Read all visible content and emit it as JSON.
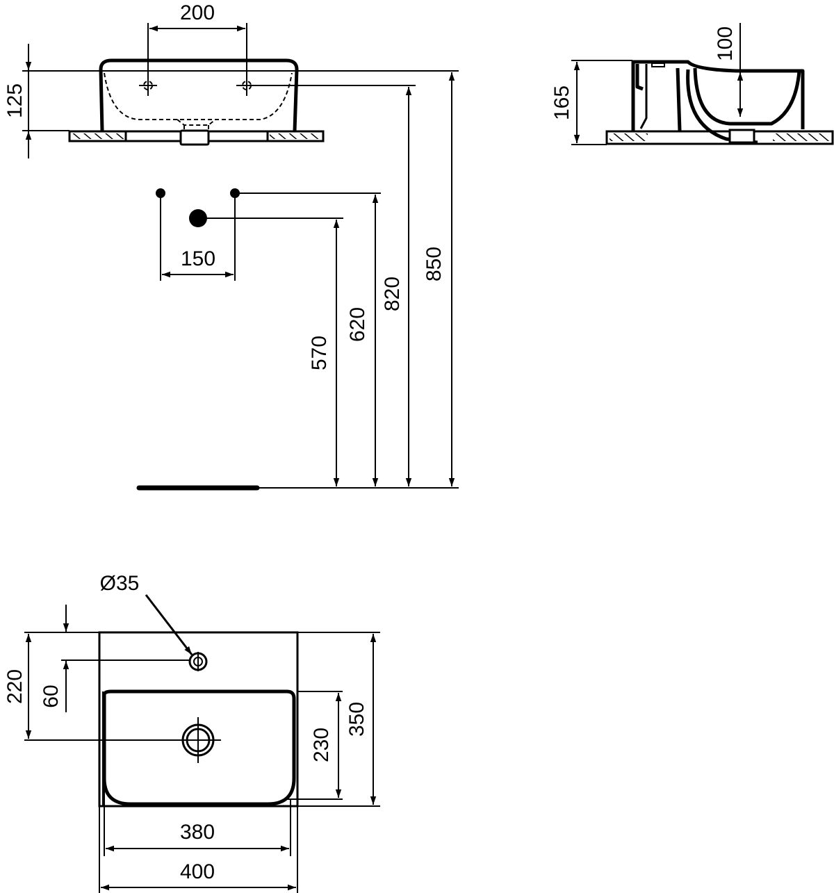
{
  "title": "Washbasin technical dimension drawing",
  "colors": {
    "line": "#000000",
    "background": "#ffffff"
  },
  "front_view": {
    "tap_hole_spacing": "200",
    "basin_height": "125",
    "supply_spacing": "150",
    "waste_height": "570",
    "supply_height": "620",
    "tap_height": "820",
    "rim_height": "850"
  },
  "side_view": {
    "total_height": "165",
    "bowl_depth": "100"
  },
  "plan_view": {
    "tap_hole_diameter": "Ø35",
    "waste_from_back": "220",
    "tap_from_back": "60",
    "bowl_depth": "230",
    "total_depth": "350",
    "bowl_width": "380",
    "total_width": "400"
  }
}
